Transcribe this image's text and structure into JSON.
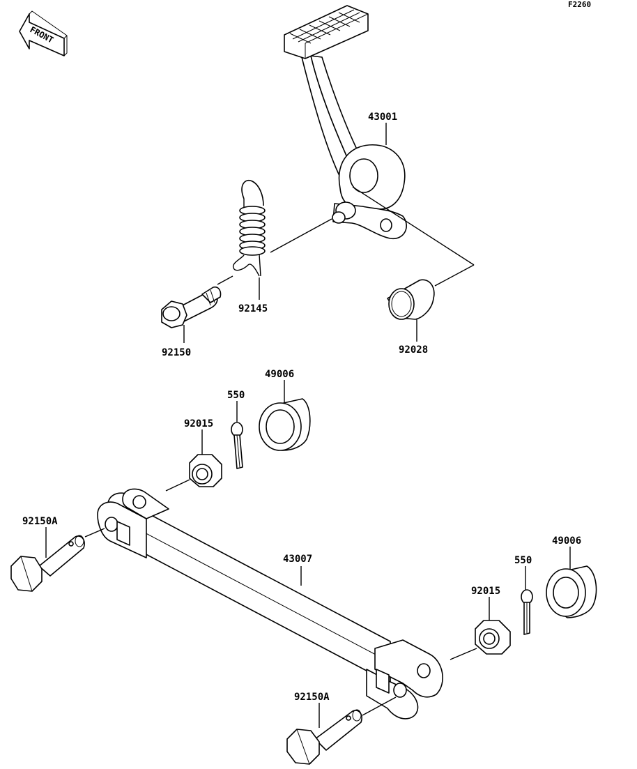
{
  "diagram_code": "F2260",
  "front_label": "FRONT",
  "labels": {
    "p43001": "43001",
    "p92145": "92145",
    "p92150": "92150",
    "p92028": "92028",
    "p49006_upper": "49006",
    "p550_upper": "550",
    "p92015_upper": "92015",
    "p92150A_left": "92150A",
    "p43007": "43007",
    "p49006_lower": "49006",
    "p550_lower": "550",
    "p92015_lower": "92015",
    "p92150A_bottom": "92150A"
  }
}
